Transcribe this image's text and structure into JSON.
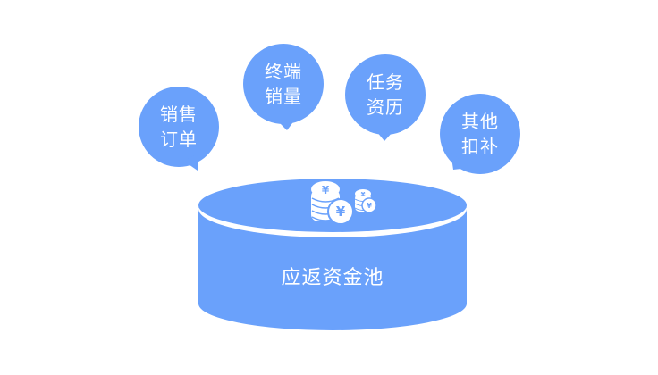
{
  "colors": {
    "primary": "#6aa1fb",
    "background": "#ffffff",
    "text": "#ffffff"
  },
  "pool": {
    "label": "应返资金池",
    "icon": "yuan-coins-icon"
  },
  "bubbles": [
    {
      "id": "sales-orders",
      "line1": "销售",
      "line2": "订单"
    },
    {
      "id": "terminal-sales",
      "line1": "终端",
      "line2": "销量"
    },
    {
      "id": "task-qualification",
      "line1": "任务",
      "line2": "资历"
    },
    {
      "id": "other-deductions",
      "line1": "其他",
      "line2": "扣补"
    }
  ]
}
